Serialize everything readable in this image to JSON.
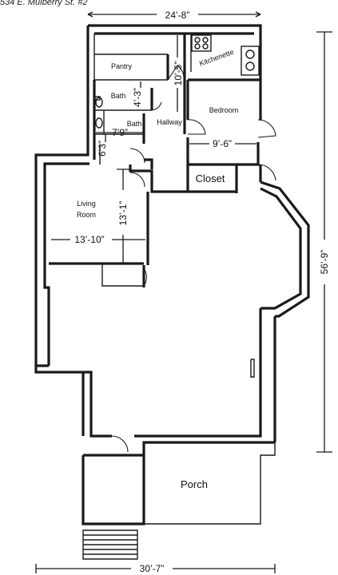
{
  "header_text": "534 E. Mulberry St. #2",
  "rooms": {
    "pantry": "Pantry",
    "kitchenette": "Kitchenette",
    "bath_upper": "Bath",
    "bath_lower": "Bath",
    "hallway": "Hallway",
    "bedroom": "Bedroom",
    "closet": "Closet",
    "living_room_line1": "Living",
    "living_room_line2": "Room",
    "porch": "Porch"
  },
  "dimensions": {
    "top_width": "24’-8”",
    "kitchenette_height": "10’-5”",
    "bath_height": "4’-3”",
    "small_bath_width": "7’9”",
    "small_bath_height": "6’3”",
    "bedroom_width": "9’-6”",
    "living_height": "13’-1”",
    "living_width": "13’-10”",
    "overall_height": "56’-9”",
    "bottom_width": "30’-7”"
  }
}
